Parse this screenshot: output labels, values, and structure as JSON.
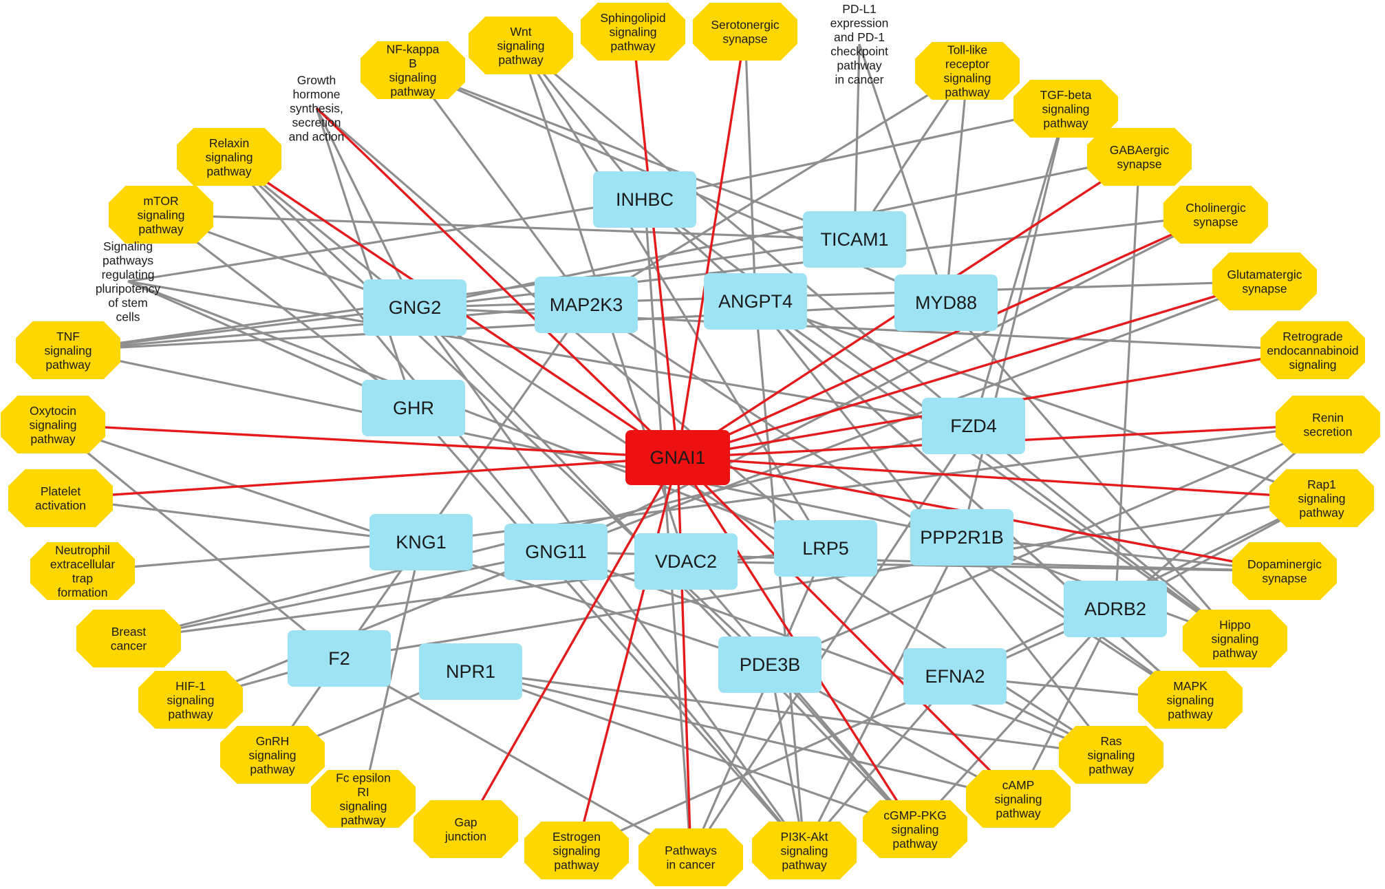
{
  "colors": {
    "pathway_node": "#FFD700",
    "gene_node": "#9EE3F3",
    "hub_node": "#EE1111",
    "edge": "#8E8E8E",
    "hub_edge": "#E41A1C",
    "background": "#FFFFFF"
  },
  "hub": {
    "id": "GNAI1",
    "label": "GNAI1"
  },
  "genes": [
    {
      "id": "INHBC",
      "label": "INHBC"
    },
    {
      "id": "TICAM1",
      "label": "TICAM1"
    },
    {
      "id": "GNG2",
      "label": "GNG2"
    },
    {
      "id": "MAP2K3",
      "label": "MAP2K3"
    },
    {
      "id": "ANGPT4",
      "label": "ANGPT4"
    },
    {
      "id": "MYD88",
      "label": "MYD88"
    },
    {
      "id": "GHR",
      "label": "GHR"
    },
    {
      "id": "FZD4",
      "label": "FZD4"
    },
    {
      "id": "KNG1",
      "label": "KNG1"
    },
    {
      "id": "GNG11",
      "label": "GNG11"
    },
    {
      "id": "VDAC2",
      "label": "VDAC2"
    },
    {
      "id": "LRP5",
      "label": "LRP5"
    },
    {
      "id": "PPP2R1B",
      "label": "PPP2R1B"
    },
    {
      "id": "ADRB2",
      "label": "ADRB2"
    },
    {
      "id": "F2",
      "label": "F2"
    },
    {
      "id": "NPR1",
      "label": "NPR1"
    },
    {
      "id": "PDE3B",
      "label": "PDE3B"
    },
    {
      "id": "EFNA2",
      "label": "EFNA2"
    }
  ],
  "pathways": [
    {
      "id": "wnt",
      "lines": [
        "Wnt",
        "signaling",
        "pathway"
      ]
    },
    {
      "id": "sphingolipid",
      "lines": [
        "Sphingolipid",
        "signaling",
        "pathway"
      ]
    },
    {
      "id": "serotonergic",
      "lines": [
        "Serotonergic",
        "synapse"
      ]
    },
    {
      "id": "pdl1",
      "lines": [
        "PD-L1",
        "expression",
        "and PD-1",
        "checkpoint",
        "pathway",
        "in cancer"
      ]
    },
    {
      "id": "tlr",
      "lines": [
        "Toll-like",
        "receptor",
        "signaling",
        "pathway"
      ]
    },
    {
      "id": "tgfb",
      "lines": [
        "TGF-beta",
        "signaling",
        "pathway"
      ]
    },
    {
      "id": "nfkb",
      "lines": [
        "NF-kappa",
        "B",
        "signaling",
        "pathway"
      ]
    },
    {
      "id": "gh",
      "lines": [
        "Growth",
        "hormone",
        "synthesis,",
        "secretion",
        "and action"
      ]
    },
    {
      "id": "relaxin",
      "lines": [
        "Relaxin",
        "signaling",
        "pathway"
      ]
    },
    {
      "id": "gaba",
      "lines": [
        "GABAergic",
        "synapse"
      ]
    },
    {
      "id": "mtor",
      "lines": [
        "mTOR",
        "signaling",
        "pathway"
      ]
    },
    {
      "id": "cholinergic",
      "lines": [
        "Cholinergic",
        "synapse"
      ]
    },
    {
      "id": "pluripotency",
      "lines": [
        "Signaling",
        "pathways",
        "regulating",
        "pluripotency",
        "of stem",
        "cells"
      ]
    },
    {
      "id": "glutamatergic",
      "lines": [
        "Glutamatergic",
        "synapse"
      ]
    },
    {
      "id": "tnf",
      "lines": [
        "TNF",
        "signaling",
        "pathway"
      ]
    },
    {
      "id": "retrograde",
      "lines": [
        "Retrograde",
        "endocannabinoid",
        "signaling"
      ]
    },
    {
      "id": "oxytocin",
      "lines": [
        "Oxytocin",
        "signaling",
        "pathway"
      ]
    },
    {
      "id": "renin",
      "lines": [
        "Renin",
        "secretion"
      ]
    },
    {
      "id": "platelet",
      "lines": [
        "Platelet",
        "activation"
      ]
    },
    {
      "id": "rap1",
      "lines": [
        "Rap1",
        "signaling",
        "pathway"
      ]
    },
    {
      "id": "neutrophil",
      "lines": [
        "Neutrophil",
        "extracellular",
        "trap",
        "formation"
      ]
    },
    {
      "id": "dopaminergic",
      "lines": [
        "Dopaminergic",
        "synapse"
      ]
    },
    {
      "id": "breast",
      "lines": [
        "Breast",
        "cancer"
      ]
    },
    {
      "id": "hippo",
      "lines": [
        "Hippo",
        "signaling",
        "pathway"
      ]
    },
    {
      "id": "hif1",
      "lines": [
        "HIF-1",
        "signaling",
        "pathway"
      ]
    },
    {
      "id": "mapk",
      "lines": [
        "MAPK",
        "signaling",
        "pathway"
      ]
    },
    {
      "id": "gnrh",
      "lines": [
        "GnRH",
        "signaling",
        "pathway"
      ]
    },
    {
      "id": "ras",
      "lines": [
        "Ras",
        "signaling",
        "pathway"
      ]
    },
    {
      "id": "fceri",
      "lines": [
        "Fc epsilon",
        "RI",
        "signaling",
        "pathway"
      ]
    },
    {
      "id": "camp",
      "lines": [
        "cAMP",
        "signaling",
        "pathway"
      ]
    },
    {
      "id": "gap",
      "lines": [
        "Gap",
        "junction"
      ]
    },
    {
      "id": "estrogen",
      "lines": [
        "Estrogen",
        "signaling",
        "pathway"
      ]
    },
    {
      "id": "cancer",
      "lines": [
        "Pathways",
        "in cancer"
      ]
    },
    {
      "id": "pi3k",
      "lines": [
        "PI3K-Akt",
        "signaling",
        "pathway"
      ]
    },
    {
      "id": "cgmp",
      "lines": [
        "cGMP-PKG",
        "signaling",
        "pathway"
      ]
    }
  ],
  "hub_edges": [
    "sphingolipid",
    "serotonergic",
    "gh",
    "relaxin",
    "gaba",
    "cholinergic",
    "glutamatergic",
    "retrograde",
    "oxytocin",
    "renin",
    "platelet",
    "rap1",
    "dopaminergic",
    "gap",
    "estrogen",
    "cancer",
    "cgmp",
    "camp"
  ],
  "edges": [
    [
      "INHBC",
      "wnt"
    ],
    [
      "INHBC",
      "tgfb"
    ],
    [
      "INHBC",
      "pluripotency"
    ],
    [
      "INHBC",
      "mapk"
    ],
    [
      "INHBC",
      "hippo"
    ],
    [
      "INHBC",
      "cancer"
    ],
    [
      "TICAM1",
      "pdl1"
    ],
    [
      "TICAM1",
      "tlr"
    ],
    [
      "TICAM1",
      "nfkb"
    ],
    [
      "TICAM1",
      "mtor"
    ],
    [
      "TICAM1",
      "tnf"
    ],
    [
      "GNG2",
      "relaxin"
    ],
    [
      "GNG2",
      "mtor"
    ],
    [
      "GNG2",
      "gh"
    ],
    [
      "GNG2",
      "tnf"
    ],
    [
      "GNG2",
      "cholinergic"
    ],
    [
      "GNG2",
      "glutamatergic"
    ],
    [
      "GNG2",
      "gaba"
    ],
    [
      "GNG2",
      "retrograde"
    ],
    [
      "GNG2",
      "pi3k"
    ],
    [
      "GNG2",
      "cgmp"
    ],
    [
      "GNG2",
      "ras"
    ],
    [
      "MAP2K3",
      "nfkb"
    ],
    [
      "MAP2K3",
      "tlr"
    ],
    [
      "MAP2K3",
      "gnrh"
    ],
    [
      "MAP2K3",
      "mapk"
    ],
    [
      "MAP2K3",
      "tnf"
    ],
    [
      "ANGPT4",
      "serotonergic"
    ],
    [
      "ANGPT4",
      "hippo"
    ],
    [
      "ANGPT4",
      "rap1"
    ],
    [
      "ANGPT4",
      "pi3k"
    ],
    [
      "ANGPT4",
      "ras"
    ],
    [
      "ANGPT4",
      "mapk"
    ],
    [
      "MYD88",
      "tlr"
    ],
    [
      "MYD88",
      "pdl1"
    ],
    [
      "MYD88",
      "nfkb"
    ],
    [
      "MYD88",
      "tnf"
    ],
    [
      "MYD88",
      "hippo"
    ],
    [
      "GHR",
      "gh"
    ],
    [
      "GHR",
      "mtor"
    ],
    [
      "GHR",
      "pi3k"
    ],
    [
      "GHR",
      "pluripotency"
    ],
    [
      "FZD4",
      "wnt"
    ],
    [
      "FZD4",
      "breast"
    ],
    [
      "FZD4",
      "hippo"
    ],
    [
      "FZD4",
      "cancer"
    ],
    [
      "FZD4",
      "pluripotency"
    ],
    [
      "FZD4",
      "tgfb"
    ],
    [
      "KNG1",
      "neutrophil"
    ],
    [
      "KNG1",
      "platelet"
    ],
    [
      "KNG1",
      "renin"
    ],
    [
      "KNG1",
      "fceri"
    ],
    [
      "GNG11",
      "cholinergic"
    ],
    [
      "GNG11",
      "glutamatergic"
    ],
    [
      "GNG11",
      "pi3k"
    ],
    [
      "GNG11",
      "relaxin"
    ],
    [
      "GNG11",
      "dopaminergic"
    ],
    [
      "GNG11",
      "ras"
    ],
    [
      "GNG11",
      "breast"
    ],
    [
      "GNG11",
      "hif1"
    ],
    [
      "VDAC2",
      "cgmp"
    ],
    [
      "VDAC2",
      "dopaminergic"
    ],
    [
      "VDAC2",
      "wnt"
    ],
    [
      "LRP5",
      "wnt"
    ],
    [
      "LRP5",
      "breast"
    ],
    [
      "LRP5",
      "cancer"
    ],
    [
      "LRP5",
      "gh"
    ],
    [
      "LRP5",
      "pluripotency"
    ],
    [
      "PPP2R1B",
      "dopaminergic"
    ],
    [
      "PPP2R1B",
      "hippo"
    ],
    [
      "PPP2R1B",
      "mapk"
    ],
    [
      "PPP2R1B",
      "tnf"
    ],
    [
      "PPP2R1B",
      "pi3k"
    ],
    [
      "PPP2R1B",
      "tgfb"
    ],
    [
      "ADRB2",
      "camp"
    ],
    [
      "ADRB2",
      "cgmp"
    ],
    [
      "ADRB2",
      "renin"
    ],
    [
      "ADRB2",
      "rap1"
    ],
    [
      "ADRB2",
      "estrogen"
    ],
    [
      "ADRB2",
      "gaba"
    ],
    [
      "F2",
      "hif1"
    ],
    [
      "F2",
      "oxytocin"
    ],
    [
      "F2",
      "cancer"
    ],
    [
      "F2",
      "rap1"
    ],
    [
      "NPR1",
      "cgmp"
    ],
    [
      "NPR1",
      "ras"
    ],
    [
      "NPR1",
      "gnrh"
    ],
    [
      "NPR1",
      "camp"
    ],
    [
      "PDE3B",
      "cgmp"
    ],
    [
      "PDE3B",
      "camp"
    ],
    [
      "PDE3B",
      "pi3k"
    ],
    [
      "PDE3B",
      "renin"
    ],
    [
      "PDE3B",
      "relaxin"
    ],
    [
      "PDE3B",
      "oxytocin"
    ],
    [
      "EFNA2",
      "ras"
    ],
    [
      "EFNA2",
      "rap1"
    ],
    [
      "EFNA2",
      "pi3k"
    ],
    [
      "EFNA2",
      "mapk"
    ]
  ]
}
